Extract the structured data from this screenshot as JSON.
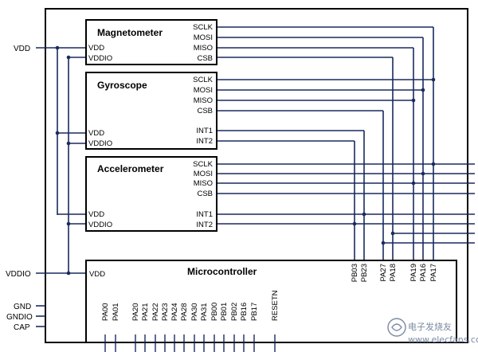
{
  "blocks": {
    "magnetometer": {
      "title": "Magnetometer",
      "left_pins": [
        "VDD",
        "VDDIO"
      ],
      "right_pins": [
        "SCLK",
        "MOSI",
        "MISO",
        "CSB"
      ]
    },
    "gyroscope": {
      "title": "Gyroscope",
      "left_pins": [
        "VDD",
        "VDDIO"
      ],
      "right_pins": [
        "SCLK",
        "MOSI",
        "MISO",
        "CSB",
        "INT1",
        "INT2"
      ]
    },
    "accelerometer": {
      "title": "Accelerometer",
      "left_pins": [
        "VDD",
        "VDDIO"
      ],
      "right_pins": [
        "SCLK",
        "MOSI",
        "MISO",
        "CSB",
        "INT1",
        "INT2"
      ]
    },
    "microcontroller": {
      "title": "Microcontroller",
      "left_pin": "VDD",
      "bottom_pins": [
        "PA00",
        "PA01",
        "PA20",
        "PA21",
        "PA22",
        "PA23",
        "PA24",
        "PA28",
        "PA30",
        "PA31",
        "PB00",
        "PB01",
        "PB02",
        "PB16",
        "PB17",
        "RESETN"
      ],
      "top_pins": [
        "PB03",
        "PB23",
        "PA27",
        "PA18",
        "PA19",
        "PA16",
        "PA17"
      ]
    }
  },
  "external": {
    "vdd": "VDD",
    "vddio": "VDDIO",
    "gnd": "GND",
    "gndio": "GNDIO",
    "cap": "CAP"
  },
  "watermark": {
    "brand": "电子发烧友",
    "url": "www.elecfans.com"
  },
  "colors": {
    "wire": "#1a2a5e",
    "outline": "#000000"
  }
}
